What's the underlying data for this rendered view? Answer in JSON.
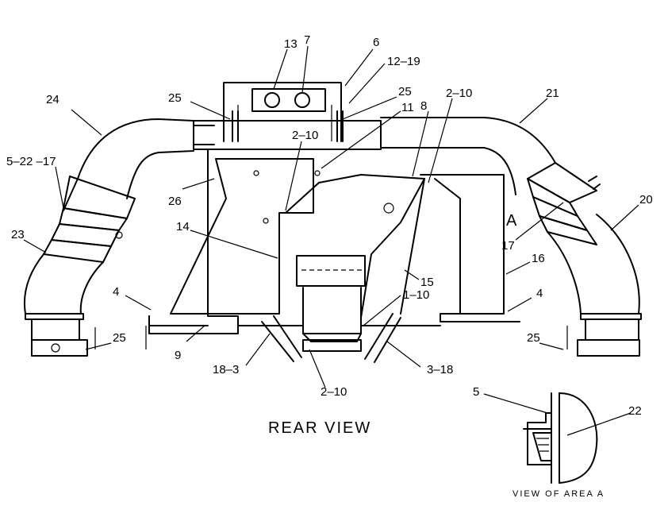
{
  "title": "REAR VIEW",
  "detail_caption": "VIEW OF AREA A",
  "area_marker": "A",
  "callouts": {
    "c13": "13",
    "c7": "7",
    "c6": "6",
    "c12_19": "12–19",
    "c25_top_left": "25",
    "c25_top_right": "25",
    "c2_10_top": "2–10",
    "c24": "24",
    "c21": "21",
    "c11": "11",
    "c8": "8",
    "c2_10_mid": "2–10",
    "c5_22_17": "5–22 –17",
    "c26": "26",
    "c20": "20",
    "c14": "14",
    "c17": "17",
    "c23": "23",
    "c16": "16",
    "c15": "15",
    "c4_left": "4",
    "c4_right": "4",
    "c1_10": "1–10",
    "c25_bottom_left": "25",
    "c25_bottom_right": "25",
    "c9": "9",
    "c18_3": "18–3",
    "c3_18": "3–18",
    "c2_10_bottom": "2–10",
    "c5": "5",
    "c22": "22"
  }
}
